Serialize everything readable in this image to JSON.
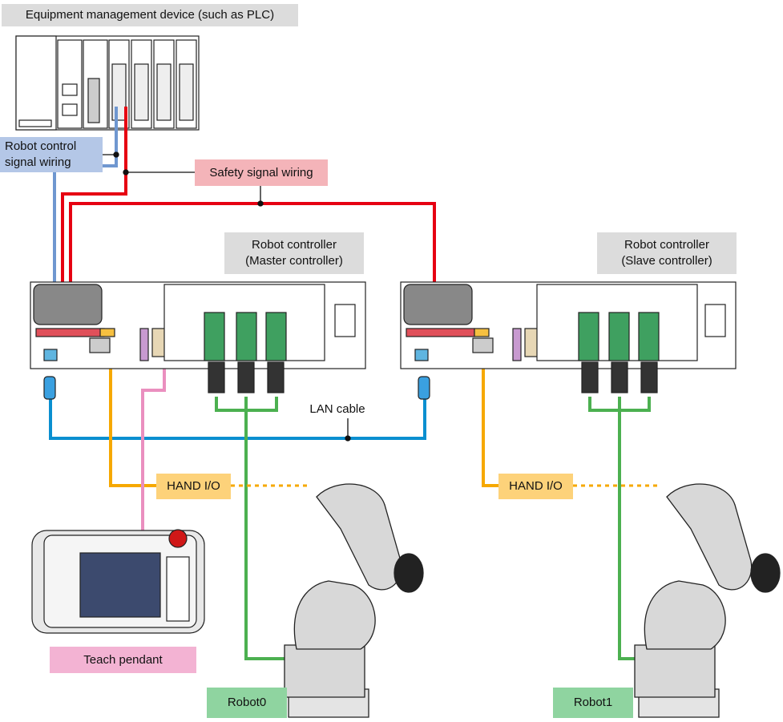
{
  "labels": {
    "plc": "Equipment management device (such as PLC)",
    "robot_control_signal": "Robot control\nsignal wiring",
    "safety_signal": "Safety signal wiring",
    "master_controller": "Robot controller\n(Master controller)",
    "slave_controller": "Robot controller\n(Slave controller)",
    "lan_cable": "LAN cable",
    "hand_io_0": "HAND I/O",
    "hand_io_1": "HAND I/O",
    "teach_pendant": "Teach pendant",
    "robot0": "Robot0",
    "robot1": "Robot1"
  },
  "colors": {
    "robot_control_wire": "#6f97d0",
    "safety_wire": "#e60012",
    "lan_wire": "#0a8fd0",
    "hand_io_wire": "#f6a800",
    "pendant_wire": "#ea8fbf",
    "robot_wire": "#4cb050",
    "label_gray": "#dcdcdc",
    "label_blue": "#b4c7e7",
    "label_pink": "#f4b4b9",
    "label_orange": "#fdd27a",
    "label_green": "#8fd4a0",
    "label_pendant": "#f3b3d3"
  }
}
